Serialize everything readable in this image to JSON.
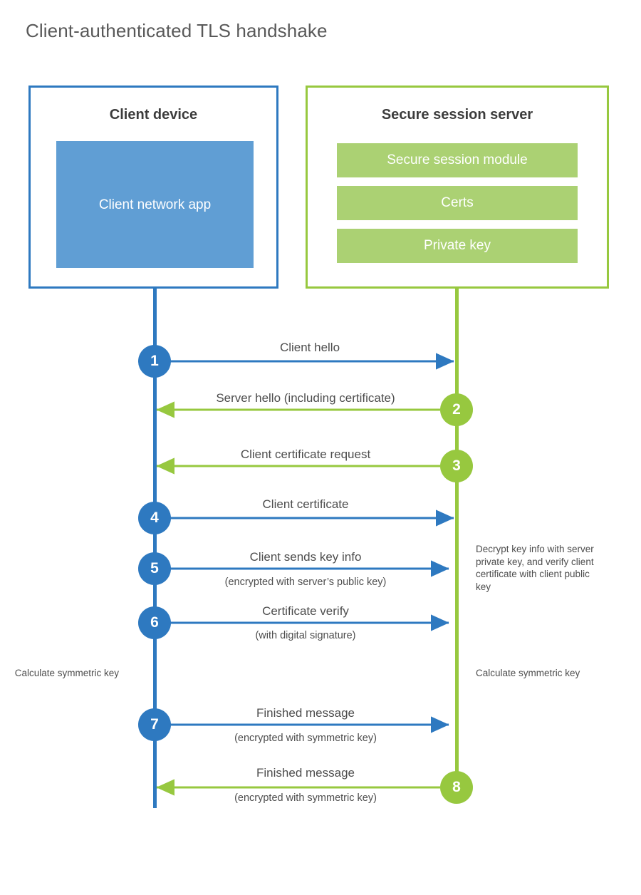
{
  "title": "Client-authenticated TLS handshake",
  "colors": {
    "client_blue": "#2e79c0",
    "client_app_fill": "#609ed4",
    "server_green": "#97c83f",
    "server_module_fill": "#abd173",
    "text": "#4d4d4d",
    "title_text": "#595959"
  },
  "client": {
    "title": "Client device",
    "app_label": "Client network app"
  },
  "server": {
    "title": "Secure session server",
    "modules": [
      {
        "label": "Secure session module"
      },
      {
        "label": "Certs"
      },
      {
        "label": "Private key"
      }
    ]
  },
  "notes": {
    "server_decrypt": "Decrypt key info with server private key, and verify client certificate with client public key",
    "client_calculate": "Calculate symmetric key",
    "server_calculate": "Calculate symmetric key"
  },
  "chart_data": {
    "type": "diagram",
    "diagram_kind": "sequence",
    "title": "Client-authenticated TLS handshake",
    "actors": [
      "Client device",
      "Secure session server"
    ],
    "steps": [
      {
        "number": "1",
        "label": "Client hello",
        "sublabel": "",
        "direction": "client-to-server",
        "color": "#2e79c0"
      },
      {
        "number": "2",
        "label": "Server hello (including certificate)",
        "sublabel": "",
        "direction": "server-to-client",
        "color": "#97c83f"
      },
      {
        "number": "3",
        "label": "Client certificate request",
        "sublabel": "",
        "direction": "server-to-client",
        "color": "#97c83f"
      },
      {
        "number": "4",
        "label": "Client certificate",
        "sublabel": "",
        "direction": "client-to-server",
        "color": "#2e79c0"
      },
      {
        "number": "5",
        "label": "Client sends key info",
        "sublabel": "(encrypted with server’s public key)",
        "direction": "client-to-server",
        "color": "#2e79c0"
      },
      {
        "number": "6",
        "label": "Certificate verify",
        "sublabel": "(with digital signature)",
        "direction": "client-to-server",
        "color": "#2e79c0"
      },
      {
        "number": "7",
        "label": "Finished message",
        "sublabel": "(encrypted with symmetric key)",
        "direction": "client-to-server",
        "color": "#2e79c0"
      },
      {
        "number": "8",
        "label": "Finished message",
        "sublabel": "(encrypted with symmetric key)",
        "direction": "server-to-client",
        "color": "#97c83f"
      }
    ],
    "annotations": [
      {
        "text": "Decrypt key info with server private key, and verify client certificate with client public key",
        "side": "server"
      },
      {
        "text": "Calculate symmetric key",
        "side": "client"
      },
      {
        "text": "Calculate symmetric key",
        "side": "server"
      }
    ]
  }
}
